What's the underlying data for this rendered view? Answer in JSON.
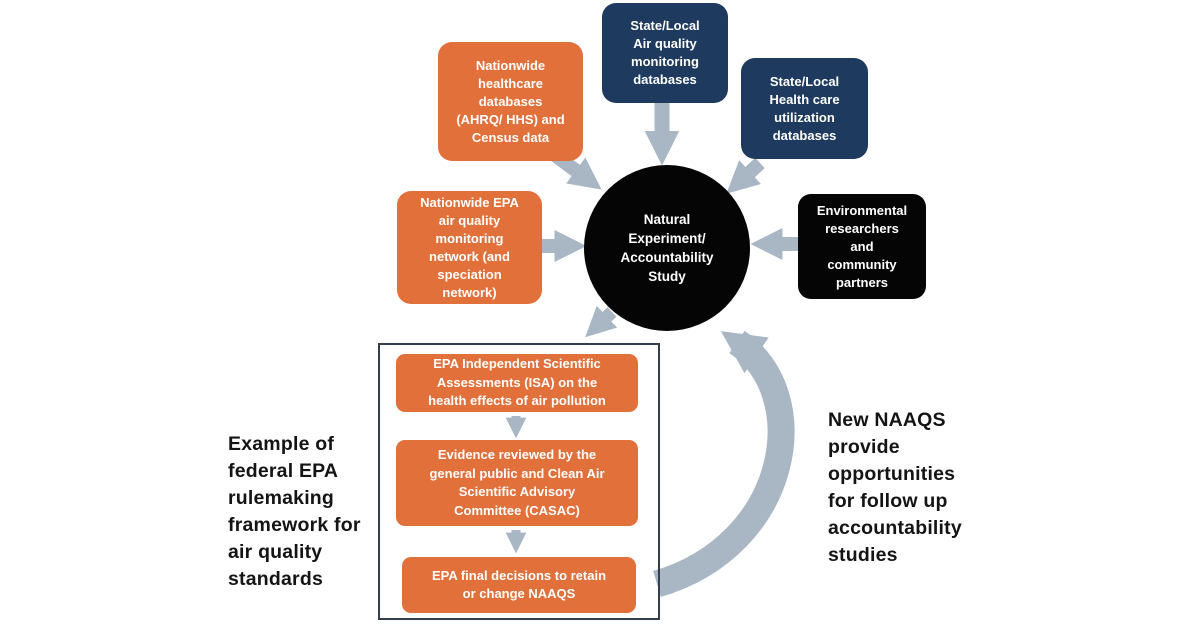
{
  "colors": {
    "orange": "#e2703a",
    "navy": "#1e3a5f",
    "black": "#050505",
    "arrow_gray": "#a9b6c3",
    "frame_border": "#333f4f",
    "caption_text": "#141414"
  },
  "nodes": {
    "healthcare": {
      "label": "Nationwide\nhealthcare\ndatabases\n(AHRQ/ HHS) and\nCensus data"
    },
    "air_quality_db": {
      "label": "State/Local\nAir quality\nmonitoring\ndatabases"
    },
    "health_utilization_db": {
      "label": "State/Local\nHealth care\nutilization\ndatabases"
    },
    "epa_network": {
      "label": "Nationwide EPA\nair quality\nmonitoring\nnetwork (and\nspeciation\nnetwork)"
    },
    "researchers": {
      "label": "Environmental\nresearchers\nand\ncommunity\npartners"
    },
    "study": {
      "label": "Natural\nExperiment/\nAccountability\nStudy"
    }
  },
  "process": {
    "steps": [
      {
        "label": "EPA Independent Scientific\nAssessments (ISA) on the\nhealth effects of air pollution"
      },
      {
        "label": "Evidence reviewed by the\ngeneral public and Clean Air\nScientific Advisory\nCommittee (CASAC)"
      },
      {
        "label": "EPA final decisions to retain\nor change NAAQS"
      }
    ]
  },
  "captions": {
    "left": "Example of\nfederal EPA\nrulemaking\nframework for\nair quality\nstandards",
    "right": "New NAAQS\nprovide\nopportunities\nfor follow up\naccountability\nstudies"
  }
}
